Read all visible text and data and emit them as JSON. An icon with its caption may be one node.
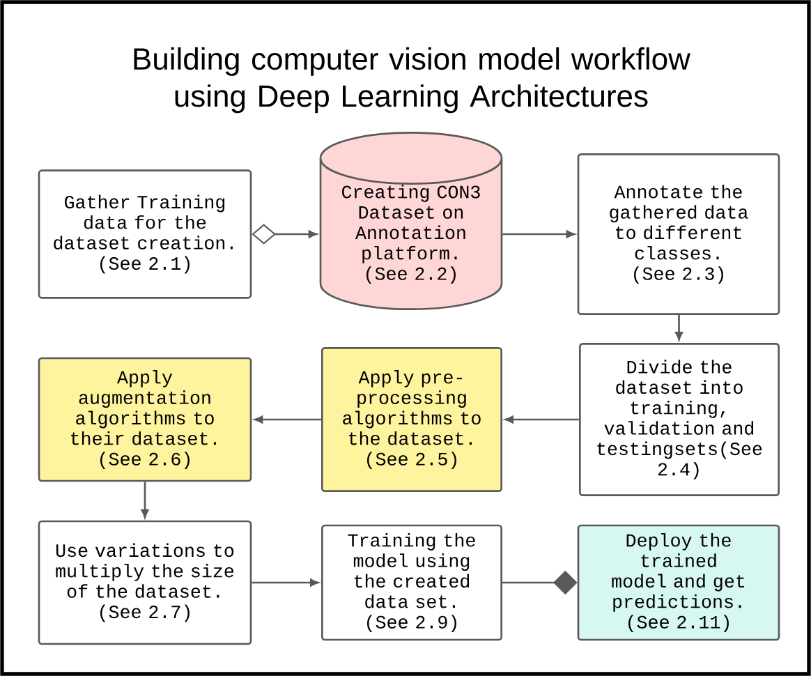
{
  "diagram": {
    "title": "Building computer vision model workflow using Deep Learning Architectures",
    "nodes": [
      {
        "text": [
          "Gather Training data for the dataset creation. (See 2.1)"
        ]
      },
      {
        "text": [
          "Creating CON3 Dataset on Annotation platform. (See 2.2)"
        ]
      },
      {
        "text": [
          "Annotate the gathered data to different classes. (See 2.3)"
        ]
      },
      {
        "text": [
          "Apply augmentation algorithms to their dataset. (See 2.6)"
        ]
      },
      {
        "text": [
          "Apply pre-processing algorithms to the dataset. (See 2.5)"
        ]
      },
      {
        "text": [
          "Divide the dataset into training, validation and testingsets(See 2.4)"
        ]
      },
      {
        "text": [
          "Use variations to multiply the size of the dataset. (See 2.7)"
        ]
      },
      {
        "text": [
          "Training the model using the created data set. (See 2.9)"
        ]
      },
      {
        "text": [
          "Deploy the trained model and get predictions. (See 2.11)"
        ]
      }
    ],
    "edges": [
      {
        "from": 0,
        "to": 1,
        "arrow": "to"
      },
      {
        "from": 1,
        "to": 2,
        "arrow": "to"
      },
      {
        "from": 2,
        "to": 5,
        "arrow": "to"
      },
      {
        "from": 5,
        "to": 4,
        "arrow": "to"
      },
      {
        "from": 4,
        "to": 3,
        "arrow": "to"
      },
      {
        "from": 3,
        "to": 6,
        "arrow": "to"
      },
      {
        "from": 6,
        "to": 7,
        "arrow": "to"
      },
      {
        "from": 7,
        "to": 8,
        "arrow": "other"
      }
    ]
  }
}
